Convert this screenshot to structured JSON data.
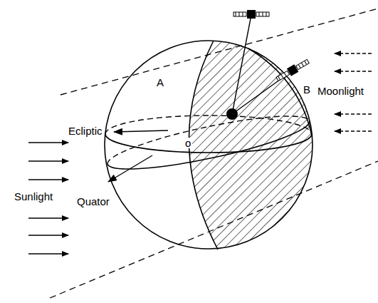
{
  "diagram": {
    "labels": [
      "Ecliptic",
      "A",
      "o",
      "B",
      "Moonlight",
      "Sunlight",
      "Quator"
    ]
  }
}
